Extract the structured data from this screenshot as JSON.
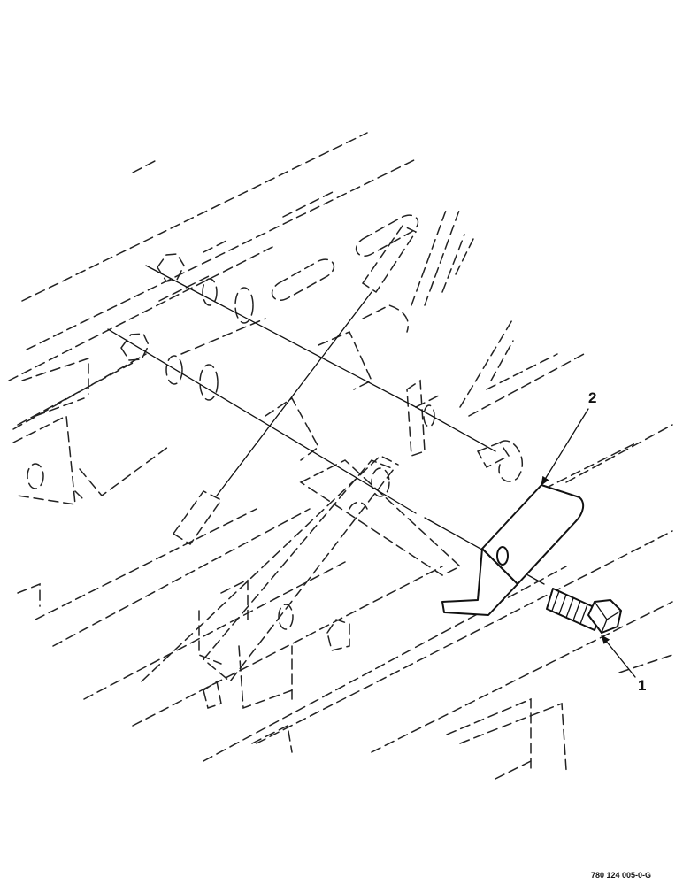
{
  "callouts": [
    {
      "label": "2"
    },
    {
      "label": "1"
    }
  ],
  "figure_number": "780 124 005-0-G"
}
